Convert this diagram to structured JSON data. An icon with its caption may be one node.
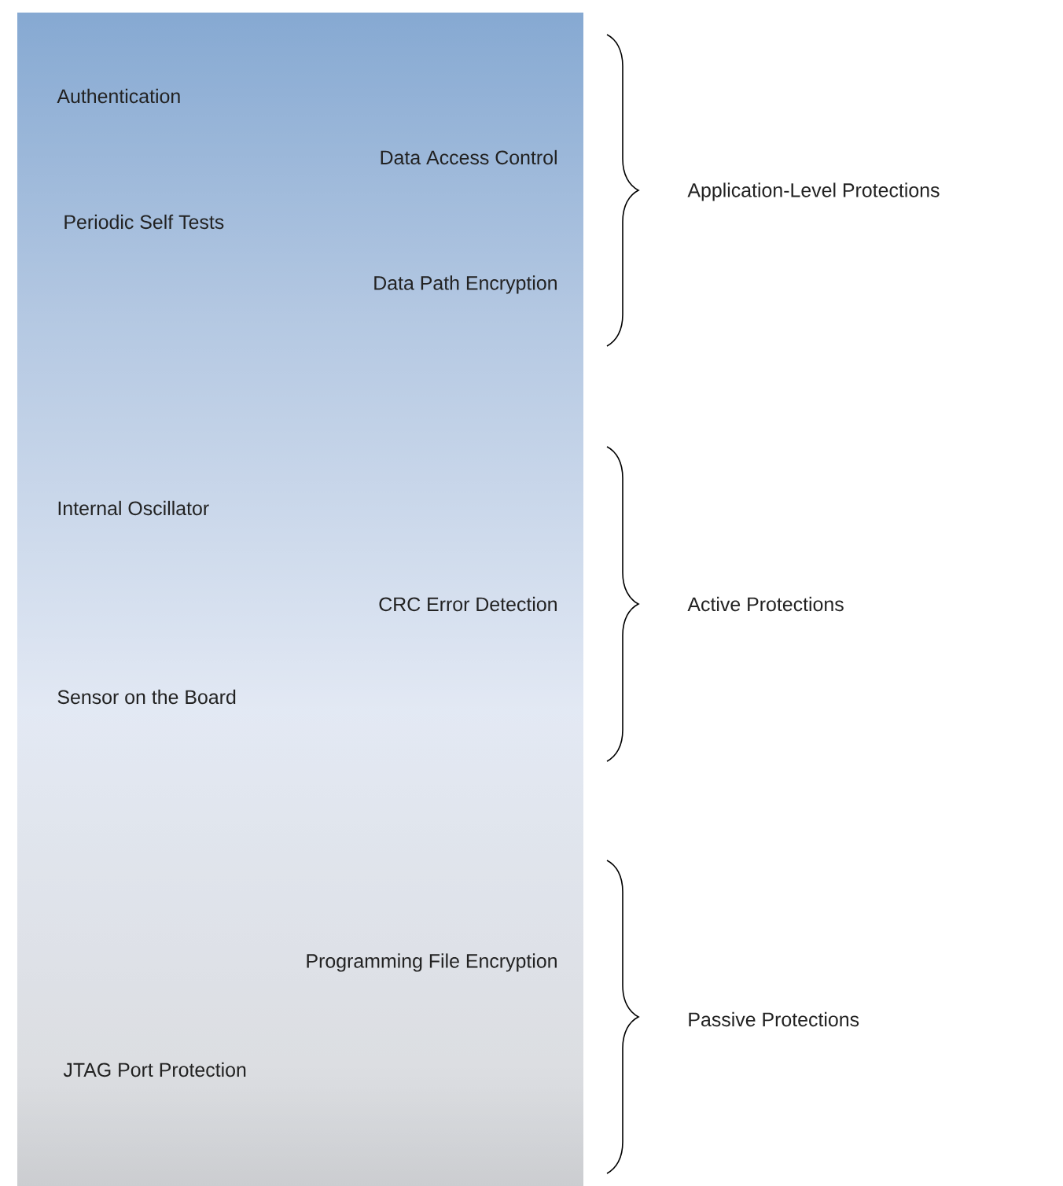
{
  "diagram": {
    "labels": [
      "Authentication",
      "Data Access Control",
      "Application-Level Protections",
      "Periodic Self Tests",
      "Data Path Encryption",
      "Internal Oscillator",
      "CRC Error Detection",
      "Active Protections",
      "Sensor on the Board",
      "Programming File Encryption",
      "Passive Protections",
      "JTAG Port Protection"
    ]
  }
}
